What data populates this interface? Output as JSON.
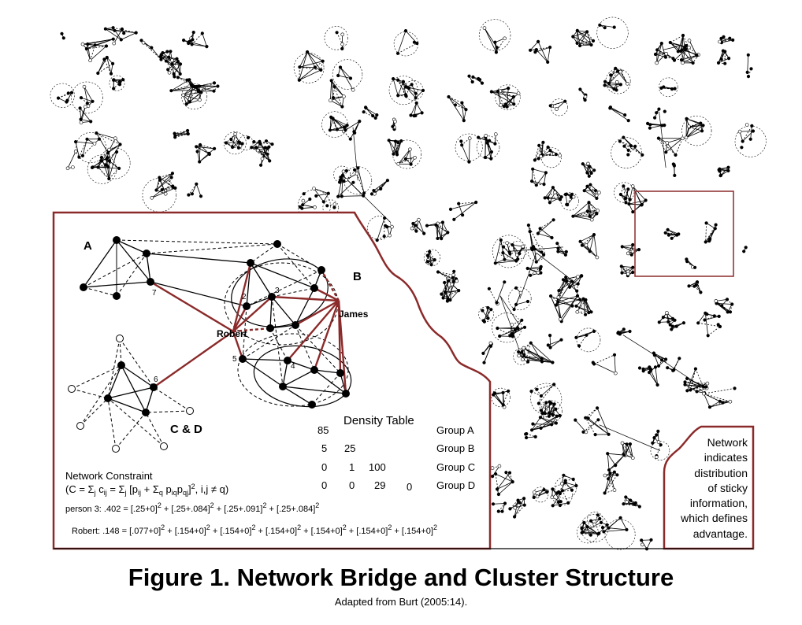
{
  "groups": {
    "a": "A",
    "b": "B",
    "cd": "C & D"
  },
  "people": {
    "robert": "Robert",
    "james": "James"
  },
  "node_numbers": [
    "2",
    "3",
    "4",
    "5",
    "6",
    "7"
  ],
  "density_table": {
    "title": "Density Table",
    "rows": [
      {
        "label": "Group A",
        "cells": [
          "85"
        ]
      },
      {
        "label": "Group B",
        "cells": [
          "5",
          "25"
        ]
      },
      {
        "label": "Group C",
        "cells": [
          "0",
          "1",
          "100"
        ]
      },
      {
        "label": "Group D",
        "cells": [
          "0",
          "0",
          "29",
          "0"
        ]
      }
    ]
  },
  "constraint": {
    "title": "Network Constraint",
    "open": "(C = Σ",
    "j": "j",
    "c": " c",
    "ij": "ij",
    "eq": " = Σ",
    "bracket": " [p",
    "plus_sum": " + Σ",
    "q": "q",
    "p_iq": " p",
    "iq": "iq",
    "p_qj": "p",
    "qj": "qj",
    "close_bracket": "]",
    "two": "2",
    "cond": ", i,j ≠ q)"
  },
  "person3": {
    "prefix": "person 3:  .402 = ",
    "terms": [
      "[.25+0]",
      "[.25+.084]",
      "[.25+.091]",
      "[.25+.084]"
    ],
    "sep": " + ",
    "sq": "2"
  },
  "robert_calc": {
    "prefix": "Robert:  .148 = ",
    "terms": [
      "[.077+0]",
      "[.154+0]",
      "[.154+0]",
      "[.154+0]",
      "[.154+0]",
      "[.154+0]",
      "[.154+0]"
    ],
    "sep": " + ",
    "sq": "2"
  },
  "callout": {
    "lines": [
      "Network",
      "indicates",
      "distribution",
      "of sticky",
      "information,",
      "which defines",
      "advantage."
    ]
  },
  "figure": {
    "title": "Figure 1.  Network Bridge and Cluster Structure",
    "subtitle": "Adapted from Burt (2005:14)."
  },
  "colors": {
    "bridge": "#8b2a2a",
    "frame": "#8b2a2a",
    "ink": "#000000"
  }
}
